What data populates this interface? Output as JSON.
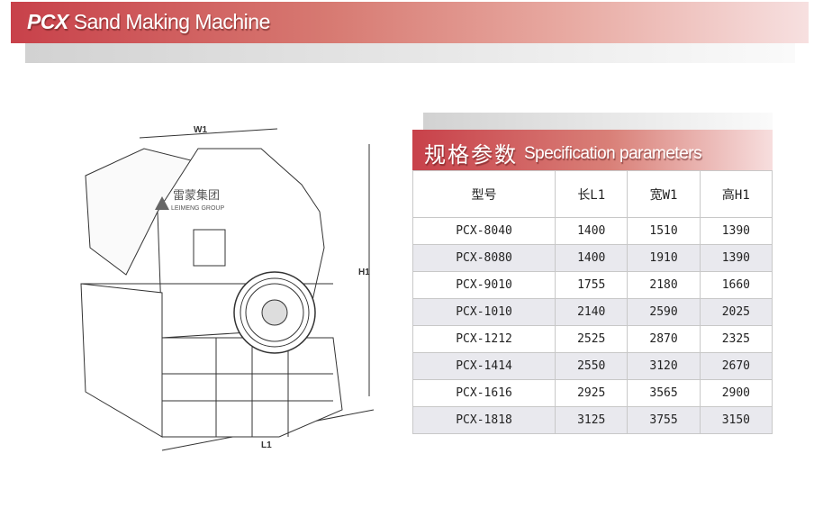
{
  "header": {
    "brand": "PCX",
    "title": "Sand Making Machine"
  },
  "drawing": {
    "logo_cn": "雷蒙集团",
    "logo_en": "LEIMENG GROUP",
    "dim_w": "W1",
    "dim_h": "H1",
    "dim_l": "L1"
  },
  "spec": {
    "title_cn": "规格参数",
    "title_en": "Specification parameters",
    "columns": [
      "型号",
      "长L1",
      "宽W1",
      "高H1"
    ],
    "rows": [
      [
        "PCX-8040",
        "1400",
        "1510",
        "1390"
      ],
      [
        "PCX-8080",
        "1400",
        "1910",
        "1390"
      ],
      [
        "PCX-9010",
        "1755",
        "2180",
        "1660"
      ],
      [
        "PCX-1010",
        "2140",
        "2590",
        "2025"
      ],
      [
        "PCX-1212",
        "2525",
        "2870",
        "2325"
      ],
      [
        "PCX-1414",
        "2550",
        "3120",
        "2670"
      ],
      [
        "PCX-1616",
        "2925",
        "3565",
        "2900"
      ],
      [
        "PCX-1818",
        "3125",
        "3755",
        "3150"
      ]
    ]
  }
}
